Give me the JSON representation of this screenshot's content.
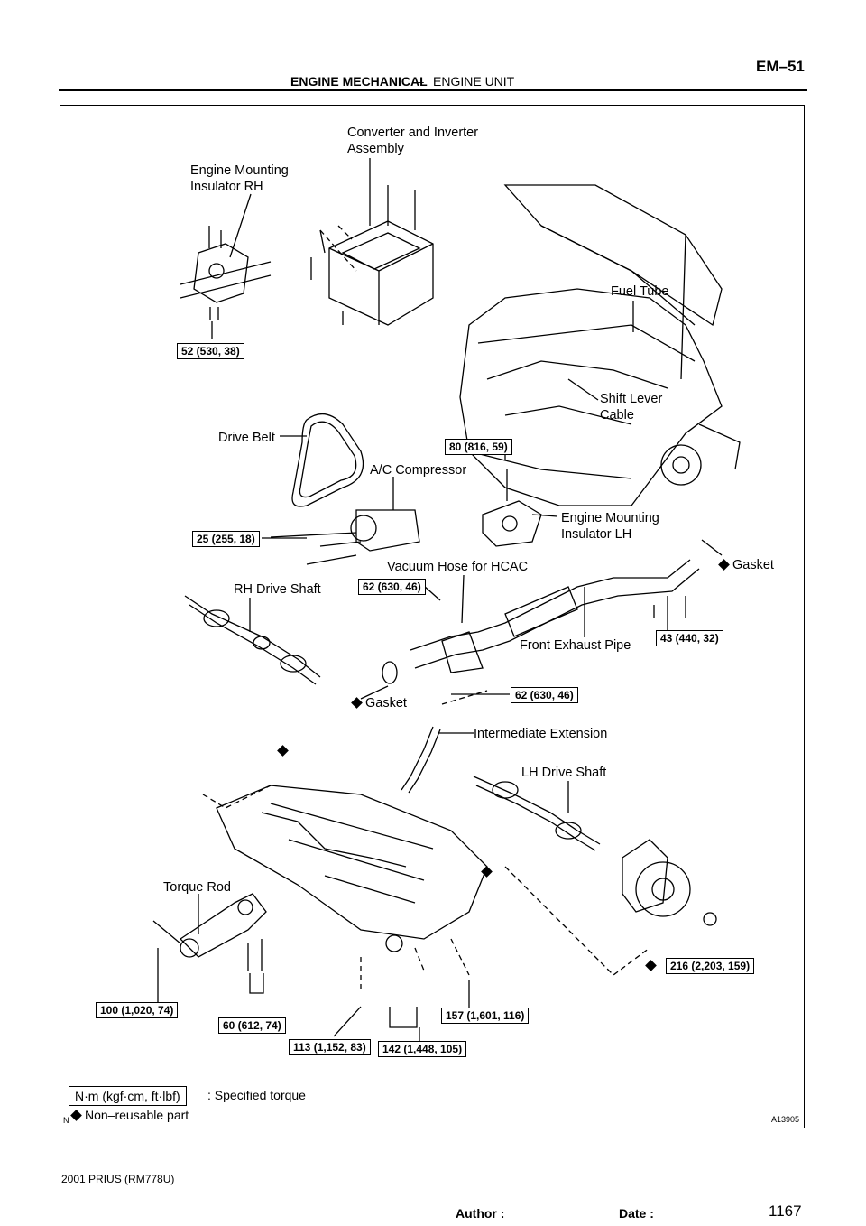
{
  "header": {
    "section": "ENGINE MECHANICAL",
    "separator": "–",
    "subsection": "ENGINE UNIT",
    "page_code": "EM–51"
  },
  "labels": {
    "converter": "Converter and Inverter",
    "converter2": "Assembly",
    "eng_mount_rh": "Engine Mounting",
    "eng_mount_rh2": "Insulator RH",
    "fuel_tube": "Fuel Tube",
    "shift_lever": "Shift Lever",
    "shift_lever2": "Cable",
    "drive_belt": "Drive Belt",
    "ac_compressor": "A/C Compressor",
    "eng_mount_lh": "Engine Mounting",
    "eng_mount_lh2": "Insulator LH",
    "gasket_top": "Gasket",
    "vacuum_hose": "Vacuum Hose for HCAC",
    "rh_drive_shaft": "RH Drive Shaft",
    "front_exhaust": "Front Exhaust Pipe",
    "gasket_bottom": "Gasket",
    "intermediate": "Intermediate Extension",
    "lh_drive_shaft": "LH Drive Shaft",
    "torque_rod": "Torque Rod"
  },
  "torques": {
    "t52": "52 (530, 38)",
    "t80": "80 (816, 59)",
    "t25": "25 (255, 18)",
    "t62a": "62 (630, 46)",
    "t43": "43 (440, 32)",
    "t62b": "62 (630, 46)",
    "t216": "216 (2,203, 159)",
    "t100": "100 (1,020, 74)",
    "t60": "60 (612, 74)",
    "t157": "157 (1,601, 116)",
    "t113": "113 (1,152, 83)",
    "t142": "142 (1,448, 105)"
  },
  "legend": {
    "unit_box": "N·m (kgf·cm, ft·lbf)",
    "unit_text": ": Specified torque",
    "non_reusable": "Non–reusable part"
  },
  "figure_code": "A13905",
  "n_mark": "N",
  "footer": {
    "model": "2001 PRIUS   (RM778U)",
    "author": "Author :",
    "date": "Date :",
    "page_number": "1167"
  }
}
